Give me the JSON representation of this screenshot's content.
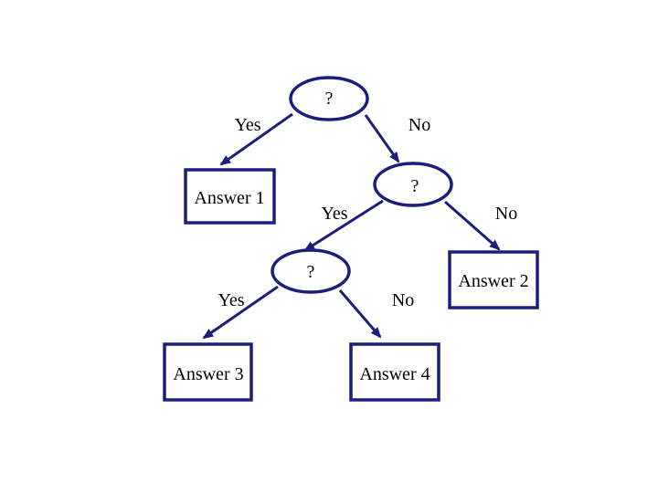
{
  "colors": {
    "stroke": "#1b1f7a",
    "text": "#000000",
    "background": "#ffffff"
  },
  "nodes": {
    "question_1": "?",
    "question_2": "?",
    "question_3": "?",
    "answer_1": "Answer 1",
    "answer_2": "Answer 2",
    "answer_3": "Answer 3",
    "answer_4": "Answer 4"
  },
  "edges": {
    "q1_yes": "Yes",
    "q1_no": "No",
    "q2_yes": "Yes",
    "q2_no": "No",
    "q3_yes": "Yes",
    "q3_no": "No"
  }
}
